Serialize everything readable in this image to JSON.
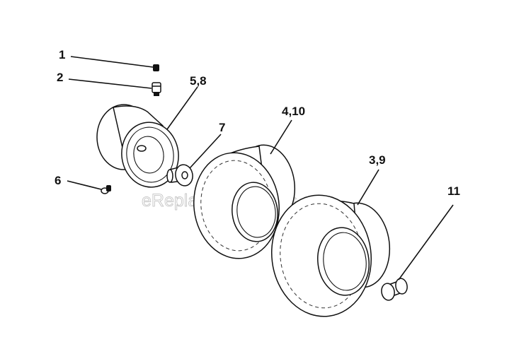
{
  "watermark": "eReplacementParts.com",
  "callouts": {
    "c1": "1",
    "c2": "2",
    "c58": "5,8",
    "c6": "6",
    "c7": "7",
    "c410": "4,10",
    "c39": "3,9",
    "c11": "11"
  },
  "colors": {
    "line": "#111111",
    "watermark": "#bdbdbd"
  }
}
